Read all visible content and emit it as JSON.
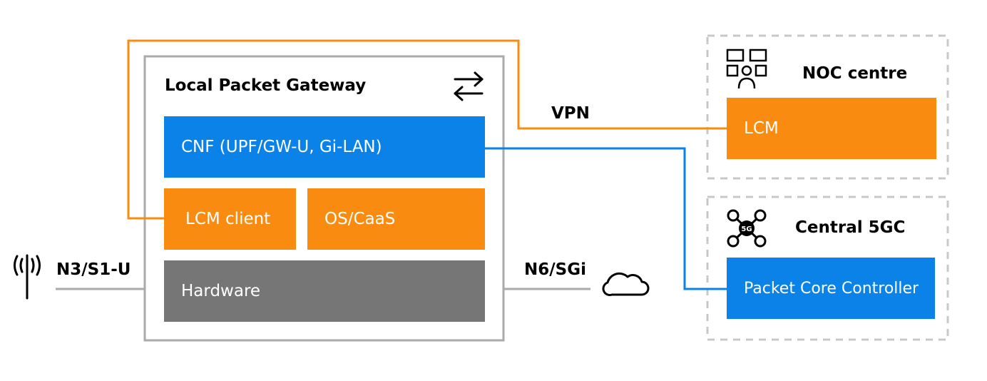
{
  "colors": {
    "orange": "#f98c10",
    "blue": "#0a82e8",
    "hardware": "#767676",
    "frame": "#aaaaaa",
    "dashed": "#c8c8c8"
  },
  "gateway": {
    "title": "Local Packet Gateway",
    "cnf": "CNF (UPF/GW-U, Gi-LAN)",
    "lcm_client": "LCM client",
    "os_caas": "OS/CaaS",
    "hardware": "Hardware",
    "icon": "swap-arrows-icon"
  },
  "links": {
    "vpn": "VPN",
    "n3": "N3/S1-U",
    "n6": "N6/SGi"
  },
  "noc": {
    "title": "NOC centre",
    "lcm": "LCM",
    "icon": "operations-center-icon"
  },
  "core": {
    "title": "Central 5GC",
    "controller": "Packet Core Controller",
    "icon_label": "5G",
    "icon": "network-5g-icon"
  },
  "icons": {
    "antenna": "antenna-icon",
    "cloud": "cloud-icon"
  }
}
